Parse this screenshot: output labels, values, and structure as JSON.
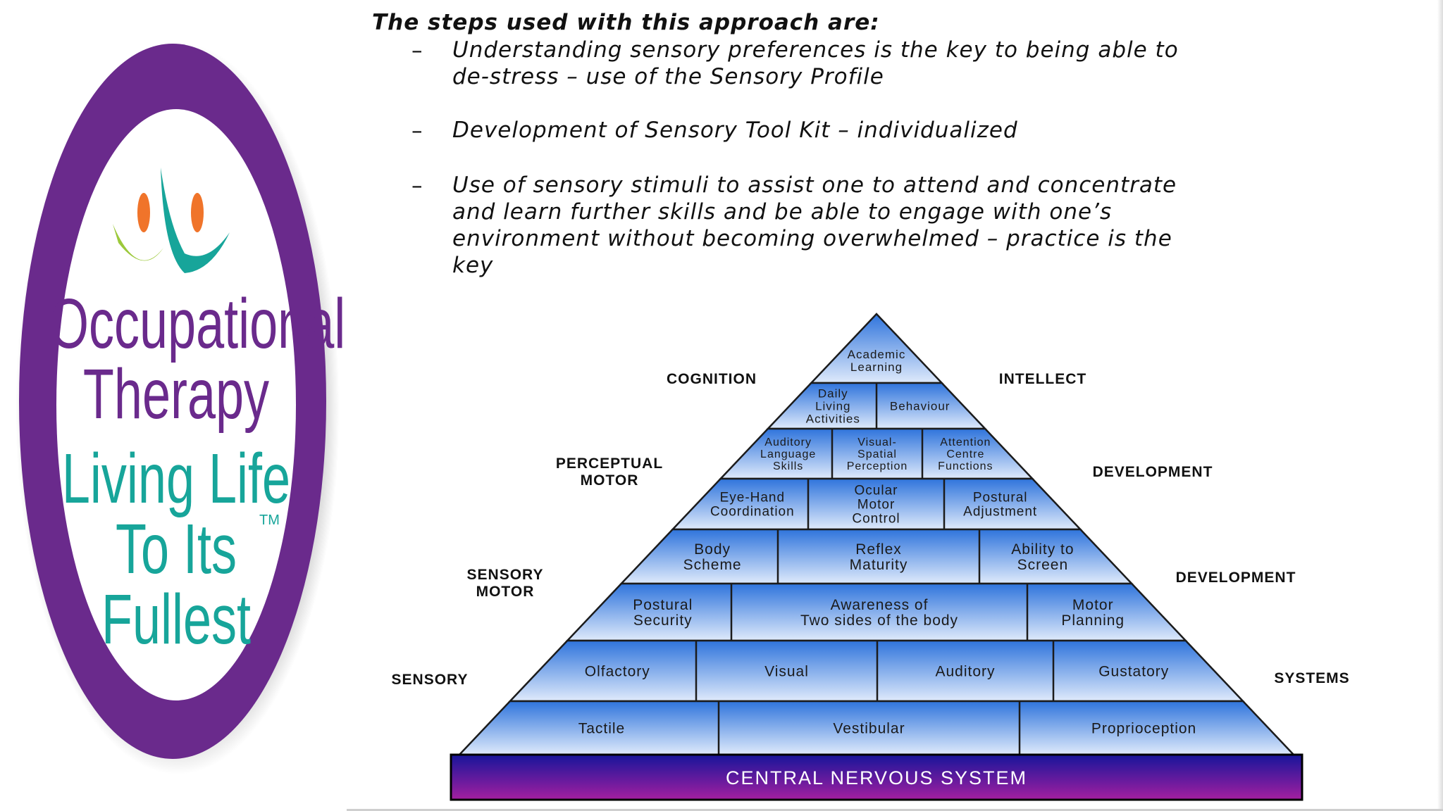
{
  "logo": {
    "line1": "Occupational",
    "line2": "Therapy",
    "line3": "Living Life",
    "line4": "To Its Fullest",
    "trademark": "TM",
    "colors": {
      "ring": "#6a2a8c",
      "teal": "#17a59a",
      "orange": "#f0742a",
      "green": "#9cc93b"
    }
  },
  "steps": {
    "title": "The steps used with this approach are:",
    "items": [
      {
        "dash": "–",
        "lines": [
          "Understanding sensory preferences is the key to being able to",
          "de-stress – use of the Sensory Profile"
        ]
      },
      {
        "dash": "–",
        "lines": [
          "Development of Sensory Tool Kit – individualized"
        ]
      },
      {
        "dash": "–",
        "lines": [
          "Use of sensory stimuli to assist one to attend and concentrate",
          "and learn further skills and be able to engage with one’s",
          "environment without becoming overwhelmed – practice is the",
          "key"
        ]
      }
    ]
  },
  "pyramid": {
    "side_labels": {
      "cognition": "COGNITION",
      "intellect": "INTELLECT",
      "perceptual_motor": [
        "PERCEPTUAL",
        "MOTOR"
      ],
      "development_1": "DEVELOPMENT",
      "sensory_motor": [
        "SENSORY",
        "MOTOR"
      ],
      "development_2": "DEVELOPMENT",
      "sensory": "SENSORY",
      "systems": "SYSTEMS"
    },
    "base": "CENTRAL NERVOUS SYSTEM",
    "levels": [
      {
        "cells": [
          {
            "lines": [
              "Academic",
              "Learning"
            ]
          }
        ]
      },
      {
        "cells": [
          {
            "lines": [
              "Daily",
              "Living",
              "Activities"
            ]
          },
          {
            "lines": [
              "Behaviour"
            ]
          }
        ]
      },
      {
        "cells": [
          {
            "lines": [
              "Auditory",
              "Language",
              "Skills"
            ]
          },
          {
            "lines": [
              "Visual-",
              "Spatial",
              "Perception"
            ]
          },
          {
            "lines": [
              "Attention",
              "Centre",
              "Functions"
            ]
          }
        ]
      },
      {
        "cells": [
          {
            "lines": [
              "Eye-Hand",
              "Coordination"
            ]
          },
          {
            "lines": [
              "Ocular",
              "Motor",
              "Control"
            ]
          },
          {
            "lines": [
              "Postural",
              "Adjustment"
            ]
          }
        ]
      },
      {
        "cells": [
          {
            "lines": [
              "Body",
              "Scheme"
            ]
          },
          {
            "lines": [
              "Reflex",
              "Maturity"
            ]
          },
          {
            "lines": [
              "Ability to",
              "Screen"
            ]
          }
        ]
      },
      {
        "cells": [
          {
            "lines": [
              "Postural",
              "Security"
            ]
          },
          {
            "lines": [
              "Awareness of",
              "Two sides of the body"
            ]
          },
          {
            "lines": [
              "Motor",
              "Planning"
            ]
          }
        ]
      },
      {
        "cells": [
          {
            "lines": [
              "Olfactory"
            ]
          },
          {
            "lines": [
              "Visual"
            ]
          },
          {
            "lines": [
              "Auditory"
            ]
          },
          {
            "lines": [
              "Gustatory"
            ]
          }
        ]
      },
      {
        "cells": [
          {
            "lines": [
              "Tactile"
            ]
          },
          {
            "lines": [
              "Vestibular"
            ]
          },
          {
            "lines": [
              "Proprioception"
            ]
          }
        ]
      }
    ],
    "colors": {
      "blue": "#3a7fe0",
      "light": "#e8f1fb",
      "base_top": "#17159a",
      "base_bottom": "#a41fa0"
    }
  }
}
